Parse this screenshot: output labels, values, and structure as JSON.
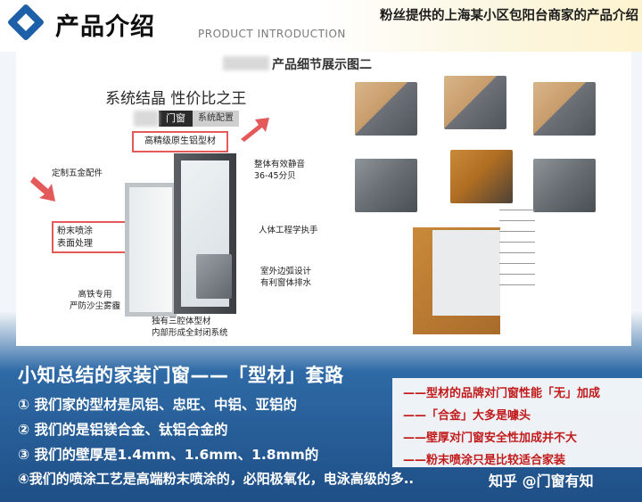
{
  "header": {
    "title": "产品介绍",
    "subtitle_en": "PRODUCT INTRODUCTION",
    "fan_note": "粉丝提供的上海某小区包阳台商家的产品介绍"
  },
  "product_image": {
    "detail_title": "产品细节展示图二",
    "slogan": "系统结晶 性价比之王",
    "config_label_left": "门窗",
    "config_label_right": "系统配置",
    "callouts": {
      "aluminum": "高精级原生铝型材",
      "hardware": "定制五金配件",
      "powder_coat": "粉末喷涂\n表面处理",
      "seal": "高铁专用\n严防沙尘雾霾",
      "soundproof": "整体有效静音\n36-45分贝",
      "handle": "人体工程学执手",
      "drainage": "室外边弧设计\n有利窗体排水",
      "cavity": "独有三腔体型材\n内部形成全封闭系统"
    }
  },
  "summary": {
    "heading": "小知总结的家装门窗——「型材」套路",
    "points": [
      "① 我们家的型材是凤铝、忠旺、中铝、亚铝的",
      "② 我们的是铝镁合金、钛铝合金的",
      "③ 我们的壁厚是1.4mm、1.6mm、1.8mm的",
      "④我们的喷涂工艺是高端粉末喷涂的，必阳极氧化，电泳高级的多.."
    ],
    "notes": [
      "——型材的品牌对门窗性能「无」加成",
      "——「合金」大多是噱头",
      "——壁厚对门窗安全性加成并不大",
      "——粉末喷涂只是比较适合家装"
    ]
  },
  "watermark": {
    "text": "知乎 @门窗有知"
  },
  "colors": {
    "accent_blue": "#1d5fa8",
    "note_red": "#c21a1a",
    "callout_red": "#e45a5a"
  }
}
